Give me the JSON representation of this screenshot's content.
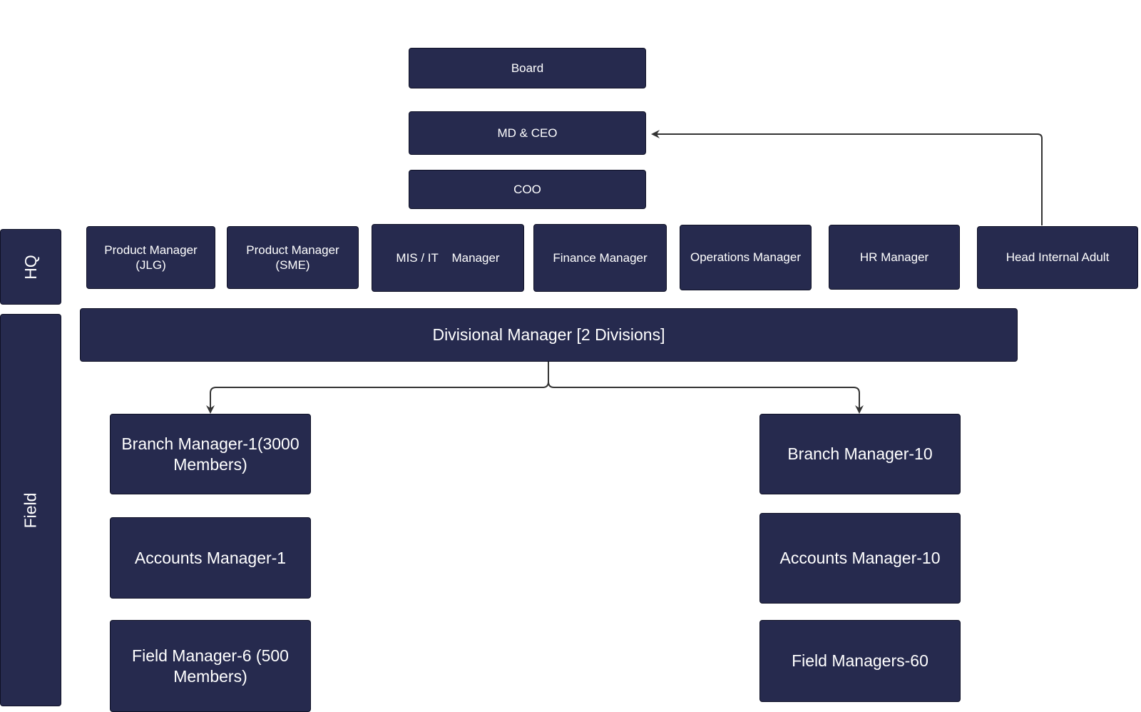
{
  "lanes": {
    "hq": "HQ",
    "field": "Field"
  },
  "top": {
    "board": "Board",
    "ceo": "MD & CEO",
    "coo": "COO"
  },
  "managers": {
    "pm_jlg": "Product Manager\n(JLG)",
    "pm_sme": "Product Manager\n(SME)",
    "mis_it": "MIS / IT    Manager",
    "finance": "Finance Manager",
    "operations": "Operations Manager",
    "hr": "HR Manager",
    "internal": "Head Internal Adult"
  },
  "divisional": "Divisional Manager [2 Divisions]",
  "left_branch": {
    "branch": "Branch Manager-1(3000\nMembers)",
    "accounts": "Accounts Manager-1",
    "field": "Field Manager-6 (500\nMembers)"
  },
  "right_branch": {
    "branch": "Branch Manager-10",
    "accounts": "Accounts Manager-10",
    "field": "Field Managers-60"
  },
  "colors": {
    "box_fill": "#262a4e",
    "box_text": "#ffffff",
    "connector": "#333333"
  }
}
